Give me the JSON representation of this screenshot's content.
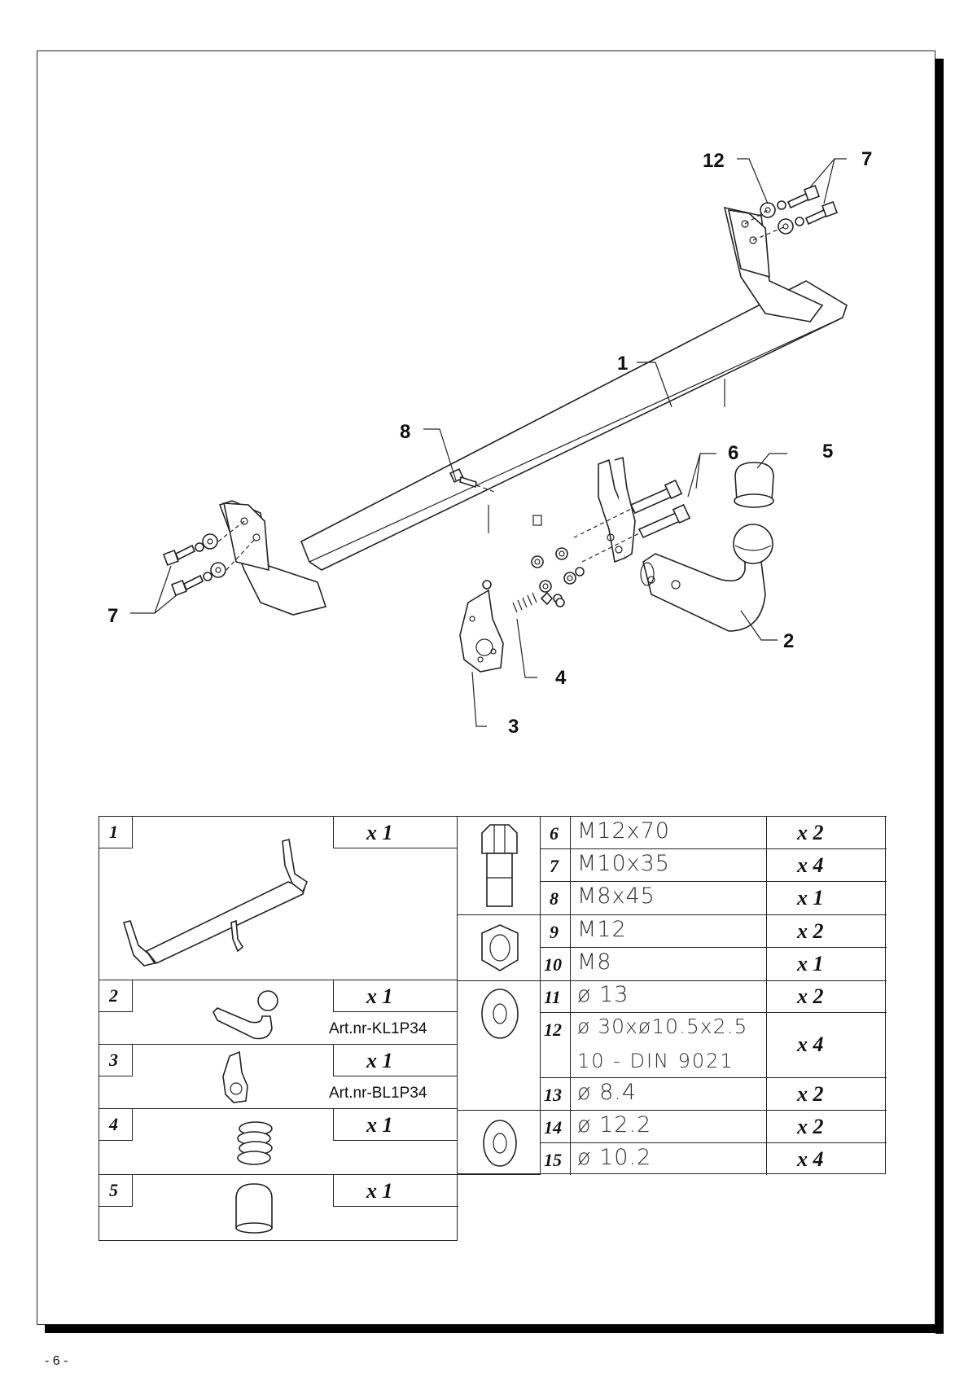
{
  "page": {
    "number": "- 6 -"
  },
  "callouts": [
    "1",
    "2",
    "3",
    "4",
    "5",
    "6",
    "7",
    "7",
    "8",
    "12"
  ],
  "parts": [
    {
      "num": "1",
      "qty": "x 1",
      "art": ""
    },
    {
      "num": "2",
      "qty": "x 1",
      "art": "Art.nr-KL1P34"
    },
    {
      "num": "3",
      "qty": "x 1",
      "art": "Art.nr-BL1P34"
    },
    {
      "num": "4",
      "qty": "x 1",
      "art": ""
    },
    {
      "num": "5",
      "qty": "x 1",
      "art": ""
    }
  ],
  "hardware": [
    {
      "num": "6",
      "spec": "M12x70",
      "qty": "x 2"
    },
    {
      "num": "7",
      "spec": "M10x35",
      "qty": "x 4"
    },
    {
      "num": "8",
      "spec": "M8x45",
      "qty": "x 1"
    },
    {
      "num": "9",
      "spec": "M12",
      "qty": "x 2"
    },
    {
      "num": "10",
      "spec": "M8",
      "qty": "x 1"
    },
    {
      "num": "11",
      "spec": "ø 13",
      "qty": "x 2"
    },
    {
      "num": "12",
      "spec": "ø 30xø10.5x2.5",
      "spec2": "10 - DIN 9021",
      "qty": "x 4"
    },
    {
      "num": "13",
      "spec": "ø 8.4",
      "qty": "x 2"
    },
    {
      "num": "14",
      "spec": "ø 12.2",
      "qty": "x 2"
    },
    {
      "num": "15",
      "spec": "ø 10.2",
      "qty": "x 4"
    }
  ]
}
